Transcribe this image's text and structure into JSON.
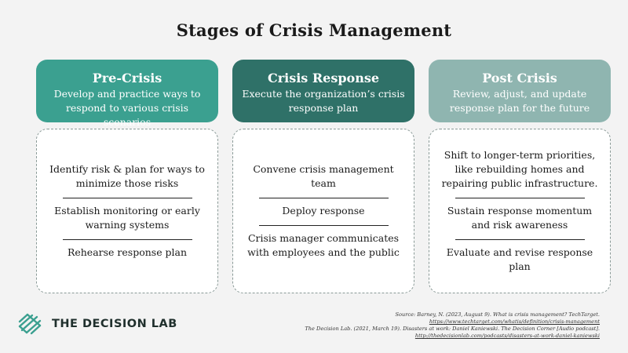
{
  "title": "Stages of Crisis Management",
  "columns": [
    {
      "title": "Pre-Crisis",
      "description": "Develop and practice ways to respond to various crisis scenarios",
      "items": [
        "Identify risk & plan for ways to minimize those risks",
        "Establish monitoring or early warning systems",
        "Rehearse response plan"
      ]
    },
    {
      "title": "Crisis Response",
      "description": "Execute the organization’s crisis response plan",
      "items": [
        "Convene crisis management team",
        "Deploy response",
        "Crisis manager communicates with employees and the public"
      ]
    },
    {
      "title": "Post Crisis",
      "description": "Review, adjust, and update response plan for the future",
      "items": [
        "Shift to longer-term priorities, like rebuilding homes and repairing public infrastructure.",
        "Sustain response momentum and risk awareness",
        "Evaluate and revise response plan"
      ]
    }
  ],
  "logo": {
    "text": "THE DECISION LAB",
    "icon": "decision-lab-logo-icon"
  },
  "sources": [
    "Source: Barney, N. (2023, August 9). What is crisis management? TechTarget.",
    "https://www.techtarget.com/whatis/definition/crisis-management",
    "The Decision Lab. (2021, March 19). Disasters at work: Daniel Kaniewski. The Decision Corner [Audio podcast].",
    "http://thedecisionlab.com/podcasts/disasters-at-work-daniel-kaniewski"
  ],
  "colors": {
    "pre_crisis": "#3ba090",
    "crisis_response": "#2f7168",
    "post_crisis": "#8fb5b0",
    "background": "#f3f3f3"
  }
}
